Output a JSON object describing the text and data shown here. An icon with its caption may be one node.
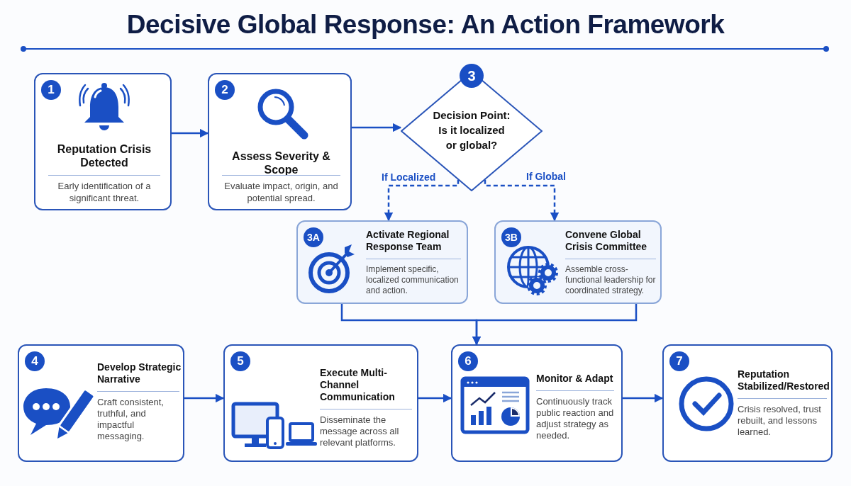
{
  "diagram": {
    "title": "Decisive Global Response: An Action Framework",
    "nodes": [
      {
        "text": [
          "1",
          "Reputation Crisis Detected",
          "Early identification of a significant threat."
        ]
      },
      {
        "text": [
          "2",
          "Assess Severity & Scope",
          "Evaluate impact, origin, and potential spread."
        ]
      },
      {
        "text": [
          "3",
          "Decision Point: Is it localized or global?"
        ]
      },
      {
        "text": [
          "3A",
          "Activate Regional Response Team",
          "Implement specific, localized communication and action."
        ]
      },
      {
        "text": [
          "3B",
          "Convene Global Crisis Committee",
          "Assemble cross-functional leadership for coordinated strategy."
        ]
      },
      {
        "text": [
          "4",
          "Develop Strategic Narrative",
          "Craft consistent, truthful, and impactful messaging."
        ]
      },
      {
        "text": [
          "5",
          "Execute Multi-Channel Communication",
          "Disseminate the message across all relevant platforms."
        ]
      },
      {
        "text": [
          "6",
          "Monitor & Adapt",
          "Continuously track public reaction and adjust strategy as needed."
        ]
      },
      {
        "text": [
          "7",
          "Reputation Stabilized/Restored",
          "Crisis resolved, trust rebuilt, and lessons learned."
        ]
      }
    ],
    "edges": [
      {
        "from": 0,
        "to": 1,
        "arrow": "to"
      },
      {
        "from": 1,
        "to": 2,
        "arrow": "to"
      },
      {
        "from": 2,
        "to": 3,
        "arrow": "to",
        "label": "If Localized",
        "style": "dashed"
      },
      {
        "from": 2,
        "to": 4,
        "arrow": "to",
        "label": "If Global",
        "style": "dashed"
      },
      {
        "from": 3,
        "to": 7,
        "arrow": "to"
      },
      {
        "from": 4,
        "to": 7,
        "arrow": "to"
      },
      {
        "from": 5,
        "to": 6,
        "arrow": "to"
      },
      {
        "from": 6,
        "to": 7,
        "arrow": "to"
      },
      {
        "from": 7,
        "to": 8,
        "arrow": "to"
      }
    ]
  }
}
